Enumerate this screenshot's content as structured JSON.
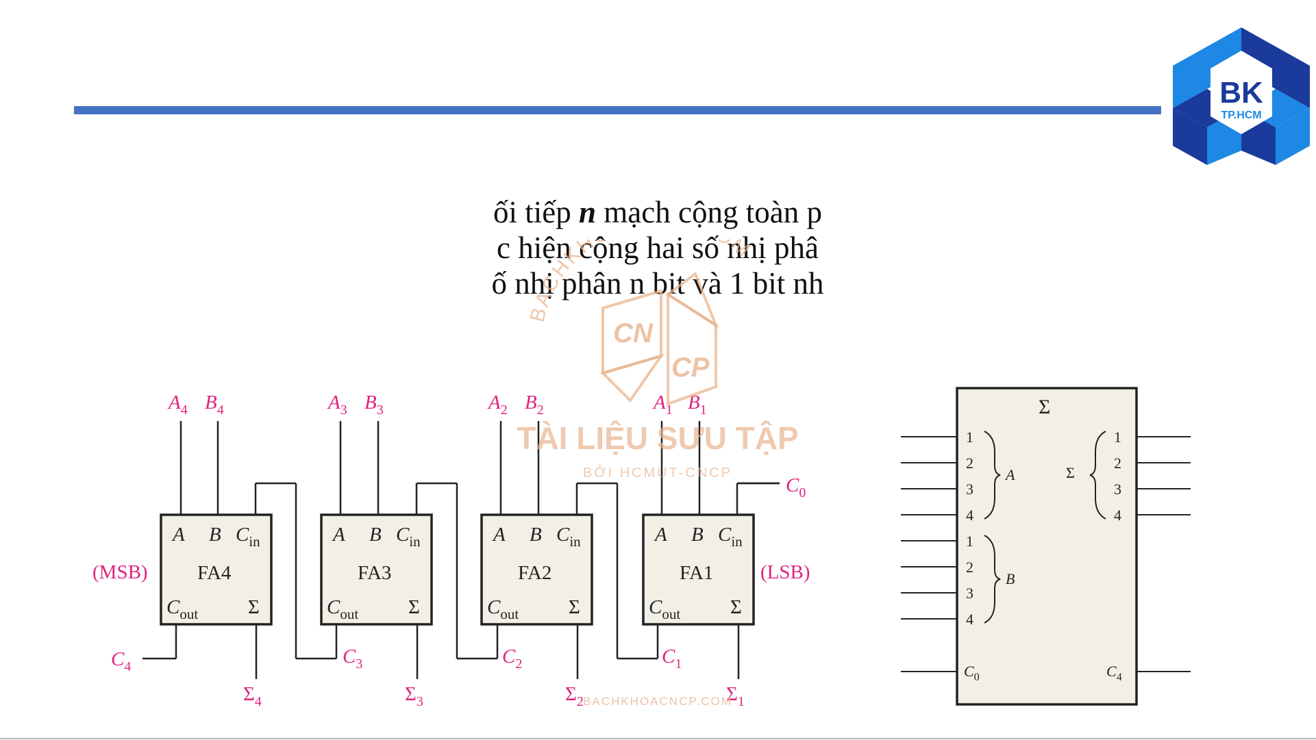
{
  "logo": {
    "text": "BK",
    "subtext": "TP.HCM",
    "colors": [
      "#1a3a9c",
      "#1e88e5"
    ]
  },
  "description": {
    "line1_prefix": "ối tiếp ",
    "line1_var": "n",
    "line1_suffix": " mạch cộng toàn p",
    "line2": "c hiện cộng hai số nhị phâ",
    "line3": "ố nhị phân n bit và 1 bit nh"
  },
  "watermark": {
    "arc_text": "BACHKHOACNCP.COM",
    "cn": "CN",
    "cp": "CP",
    "title": "TÀI LIỆU SƯU TẬP",
    "subtitle": "BỞI HCMUT-CNCP",
    "footer": "BACHKHOACNCP.COM"
  },
  "adders": [
    {
      "name": "FA4",
      "a": "A",
      "a_sub": "4",
      "b": "B",
      "b_sub": "4",
      "sum_sub": "4"
    },
    {
      "name": "FA3",
      "a": "A",
      "a_sub": "3",
      "b": "B",
      "b_sub": "3",
      "sum_sub": "3"
    },
    {
      "name": "FA2",
      "a": "A",
      "a_sub": "2",
      "b": "B",
      "b_sub": "2",
      "sum_sub": "2"
    },
    {
      "name": "FA1",
      "a": "A",
      "a_sub": "1",
      "b": "B",
      "b_sub": "1",
      "sum_sub": "1"
    }
  ],
  "block_labels": {
    "a": "A",
    "b": "B",
    "cin": "C",
    "cin_sub": "in",
    "cout": "C",
    "cout_sub": "out",
    "sigma": "Σ"
  },
  "carries": [
    {
      "label": "C",
      "sub": "4"
    },
    {
      "label": "C",
      "sub": "3"
    },
    {
      "label": "C",
      "sub": "2"
    },
    {
      "label": "C",
      "sub": "1"
    },
    {
      "label": "C",
      "sub": "0"
    }
  ],
  "msb": "(MSB)",
  "lsb": "(LSB)",
  "symbol": {
    "title": "Σ",
    "a_pins": [
      "1",
      "2",
      "3",
      "4"
    ],
    "b_pins": [
      "1",
      "2",
      "3",
      "4"
    ],
    "sum_pins": [
      "1",
      "2",
      "3",
      "4"
    ],
    "a_label": "A",
    "b_label": "B",
    "sum_label": "Σ",
    "c0": "C",
    "c0_sub": "0",
    "c4": "C",
    "c4_sub": "4",
    "fill": "#f2f0e6"
  },
  "colors": {
    "accent": "#4472c4",
    "label": "#e0237d",
    "watermark": "#e8b48e"
  }
}
